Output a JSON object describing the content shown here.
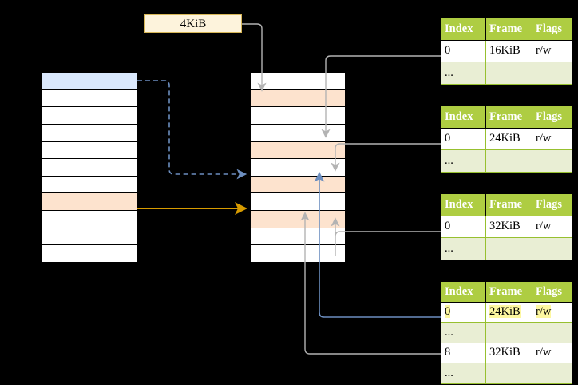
{
  "diagram": {
    "title_tag": {
      "label": "4KiB"
    },
    "left_column": {
      "name": "virtual-address-space",
      "rows": [
        {
          "fill": "blue"
        },
        {
          "fill": "white"
        },
        {
          "fill": "white"
        },
        {
          "fill": "white"
        },
        {
          "fill": "white"
        },
        {
          "fill": "white"
        },
        {
          "fill": "white"
        },
        {
          "fill": "peach"
        },
        {
          "fill": "white"
        },
        {
          "fill": "white"
        },
        {
          "fill": "white"
        }
      ]
    },
    "middle_column": {
      "name": "physical-memory-frames",
      "rows": [
        {
          "fill": "white"
        },
        {
          "fill": "peach"
        },
        {
          "fill": "white"
        },
        {
          "fill": "white"
        },
        {
          "fill": "peach"
        },
        {
          "fill": "white"
        },
        {
          "fill": "peach"
        },
        {
          "fill": "white"
        },
        {
          "fill": "peach"
        },
        {
          "fill": "white"
        },
        {
          "fill": "white"
        }
      ]
    },
    "tables": [
      {
        "id": "page-table-1",
        "headers": [
          "Index",
          "Frame",
          "Flags"
        ],
        "rows": [
          {
            "cells": [
              "0",
              "16KiB",
              "r/w"
            ],
            "style": "normal",
            "highlight": []
          },
          {
            "cells": [
              "...",
              "",
              ""
            ],
            "style": "alt",
            "highlight": []
          }
        ]
      },
      {
        "id": "page-table-2",
        "headers": [
          "Index",
          "Frame",
          "Flags"
        ],
        "rows": [
          {
            "cells": [
              "0",
              "24KiB",
              "r/w"
            ],
            "style": "normal",
            "highlight": []
          },
          {
            "cells": [
              "...",
              "",
              ""
            ],
            "style": "alt",
            "highlight": []
          }
        ]
      },
      {
        "id": "page-table-3",
        "headers": [
          "Index",
          "Frame",
          "Flags"
        ],
        "rows": [
          {
            "cells": [
              "0",
              "32KiB",
              "r/w"
            ],
            "style": "normal",
            "highlight": []
          },
          {
            "cells": [
              "...",
              "",
              ""
            ],
            "style": "alt",
            "highlight": []
          }
        ]
      },
      {
        "id": "page-table-4",
        "headers": [
          "Index",
          "Frame",
          "Flags"
        ],
        "rows": [
          {
            "cells": [
              "0",
              "24KiB",
              "r/w"
            ],
            "style": "normal",
            "highlight": [
              0,
              1,
              2
            ]
          },
          {
            "cells": [
              "...",
              "",
              ""
            ],
            "style": "alt",
            "highlight": []
          },
          {
            "cells": [
              "8",
              "32KiB",
              "r/w"
            ],
            "style": "normal",
            "highlight": []
          },
          {
            "cells": [
              "...",
              "",
              ""
            ],
            "style": "alt",
            "highlight": []
          }
        ]
      }
    ],
    "colors": {
      "header_green": "#aecd42",
      "alt_row_green": "#e9eed4",
      "highlight_yellow": "#fdf7a0",
      "selected_blue": "#dae8fc",
      "selected_peach": "#fde3ce",
      "tag_yellow": "#fdf3dc",
      "tag_border": "#d6b656",
      "orange_arrow": "#d79b00",
      "blue_arrow": "#6c8ebf",
      "gray_arrow": "#b3b3b3",
      "background": "#000000"
    }
  }
}
